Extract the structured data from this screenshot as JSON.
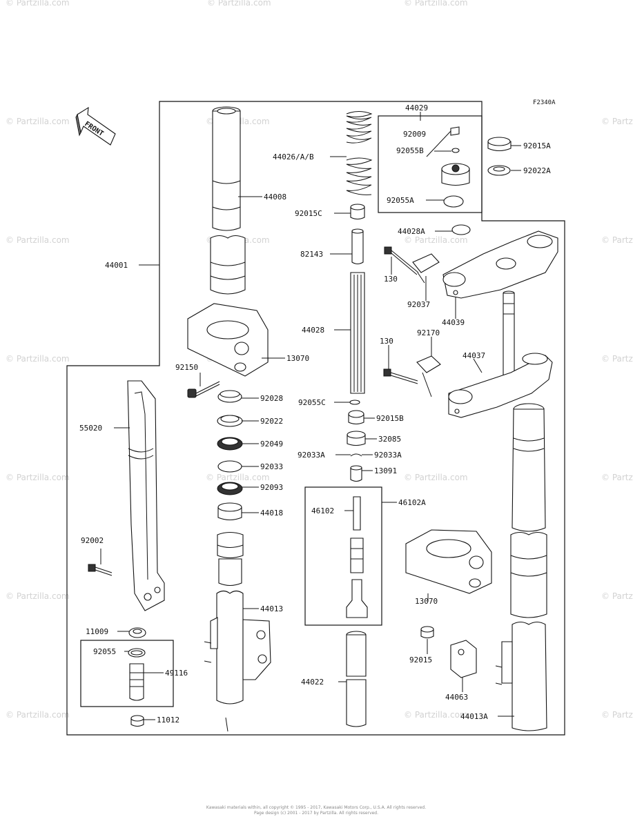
{
  "figure_code": "F2340A",
  "front_label": "FRONT",
  "watermark": "© Partzilla.com",
  "footer": {
    "line1": "Kawasaki materials within, all copyright © 1995 - 2017, Kawasaki Motors Corp., U.S.A. All rights reserved.",
    "line2": "Page design (c) 2001 - 2017 by Partzilla. All rights reserved."
  },
  "parts": {
    "p44029": "44029",
    "p92009": "92009",
    "p92055B": "92055B",
    "p92055A": "92055A",
    "p92015A": "92015A",
    "p92022A": "92022A",
    "p44026": "44026/A/B",
    "p44008": "44008",
    "p92015C": "92015C",
    "p44028A": "44028A",
    "p44001": "44001",
    "p82143": "82143",
    "p130a": "130",
    "p92037": "92037",
    "p44039": "44039",
    "p44028": "44028",
    "p130b": "130",
    "p92170": "92170",
    "p44037": "44037",
    "p13070a": "13070",
    "p92150": "92150",
    "p92028": "92028",
    "p55020": "55020",
    "p92055C": "92055C",
    "p92022": "92022",
    "p92015B": "92015B",
    "p92049": "92049",
    "p32085": "32085",
    "p92033": "92033",
    "p92033Aa": "92033A",
    "p92033Ab": "92033A",
    "p13091": "13091",
    "p92093": "92093",
    "p46102": "46102",
    "p46102A": "46102A",
    "p44018": "44018",
    "p92002": "92002",
    "p13070b": "13070",
    "p44013": "44013",
    "p11009": "11009",
    "p92055": "92055",
    "p92015": "92015",
    "p44022": "44022",
    "p44063": "44063",
    "p49116": "49116",
    "p11012": "11012",
    "p44013A": "44013A"
  }
}
